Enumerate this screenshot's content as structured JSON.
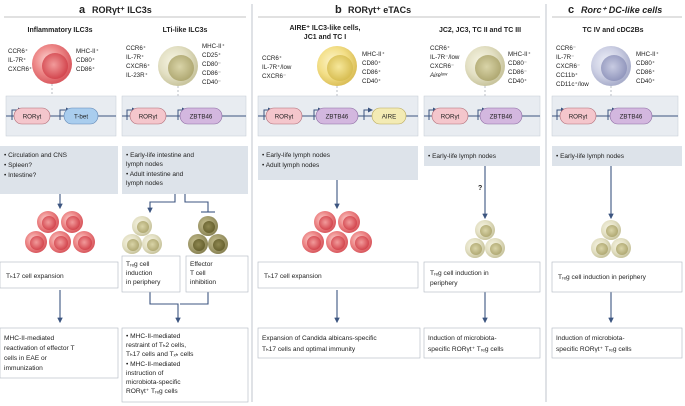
{
  "sections": {
    "a": {
      "letter": "a",
      "title": "RORγt⁺ ILC3s"
    },
    "b": {
      "letter": "b",
      "title": "RORγt⁺ eTACs"
    },
    "c": {
      "letter": "c",
      "title": "Rorc⁺ DC-like cells"
    }
  },
  "columns": {
    "inflammatory": {
      "title": "Inflammatory ILC3s",
      "markers_left": [
        "CCR6⁺",
        "IL-7R⁺",
        "CXCR6⁺"
      ],
      "markers_right": [
        "MHC-II⁺",
        "CD80⁺",
        "CD86⁺"
      ],
      "genes": [
        "RORγt",
        "T-bet"
      ],
      "locations": [
        "• Circulation and CNS",
        "• Spleen?",
        "• Intestine?"
      ],
      "outcome": "Tₕ17 cell expansion",
      "function": [
        "MHC-II-mediated",
        "reactivation of effector T",
        "cells in EAE or",
        "immunization"
      ]
    },
    "lti": {
      "title": "LTi-like ILC3s",
      "markers_left": [
        "CCR6⁺",
        "IL-7R⁺",
        "CXCR6⁺",
        "IL-23R⁺"
      ],
      "markers_right": [
        "MHC-II⁺",
        "CD25⁺",
        "CD80⁻",
        "CD86⁻",
        "CD40⁻"
      ],
      "genes": [
        "RORγt",
        "ZBTB46"
      ],
      "locations": [
        "• Early-life intestine and",
        "  lymph nodes",
        "• Adult intestine and",
        "  lymph nodes"
      ],
      "outcome_treg": [
        "Tᵣₑg cell",
        "induction",
        "in periphery"
      ],
      "outcome_effector": [
        "Effector",
        "T cell",
        "inhibition"
      ],
      "function": [
        "• MHC-II-mediated",
        "  restraint of Tₕ2 cells,",
        "  Tₕ17 cells and Tₓₕ cells",
        "• MHC-II-mediated",
        "  instruction of",
        "  microbiota-specific",
        "  RORγt⁺ Tᵣₑg cells"
      ]
    },
    "aire": {
      "title": [
        "AIRE⁺ ILC3-like cells,",
        "JC1 and TC I"
      ],
      "markers_left": [
        "CCR6⁺",
        "IL-7R⁺/low",
        "CXCR6⁻"
      ],
      "markers_right": [
        "MHC-II⁺",
        "CD80⁺",
        "CD86⁺",
        "CD40⁺"
      ],
      "genes": [
        "RORγt",
        "ZBTB46",
        "AIRE"
      ],
      "locations": [
        "• Early-life lymph nodes",
        "• Adult lymph nodes"
      ],
      "outcome": "Tₕ17 cell expansion",
      "function": [
        "Expansion of Candida albicans-specific",
        "Tₕ17 cells and optimal immunity"
      ]
    },
    "jc2": {
      "title": "JC2, JC3, TC II and TC III",
      "markers_left": [
        "CCR6⁺",
        "IL-7R⁻/low",
        "CXCR6⁻",
        "Aireˡᵒʷ"
      ],
      "markers_right": [
        "MHC-II⁺",
        "CD80⁻",
        "CD86⁻",
        "CD40⁺"
      ],
      "genes": [
        "RORγt",
        "ZBTB46"
      ],
      "locations": [
        "• Early-life lymph nodes"
      ],
      "question": "?",
      "outcome": [
        "Tᵣₑg cell induction in",
        "periphery"
      ],
      "function": [
        "Induction of microbiota-",
        "specific RORγt⁺ Tᵣₑg cells"
      ]
    },
    "dc": {
      "title": "TC IV and cDC2Bs",
      "markers_left": [
        "CCR6⁻",
        "IL-7R⁻",
        "CXCR6⁻",
        "CC11b⁺",
        "CD11c⁺/low"
      ],
      "markers_right": [
        "MHC-II⁺",
        "CD80⁺",
        "CD86⁺",
        "CD40⁺"
      ],
      "genes": [
        "RORγt",
        "ZBTB46"
      ],
      "locations": [
        "• Early-life lymph nodes"
      ],
      "outcome": "Tᵣₑg cell induction in periphery",
      "function": [
        "Induction of microbiota-",
        "specific RORγt⁺ Tᵣₑg cells"
      ]
    }
  },
  "colors": {
    "rorgt": "#f4c6cc",
    "tbet": "#a9cdee",
    "zbtb46": "#d3b7df",
    "aire": "#f3ebb4",
    "panel": "#dde3ea",
    "arrow": "#3c5580",
    "cell_red": "#e8797f",
    "cell_khaki": "#dddbba",
    "cell_olive": "#a09a68",
    "cell_yellow": "#f0dc82",
    "cell_lavender": "#c5c8de"
  }
}
